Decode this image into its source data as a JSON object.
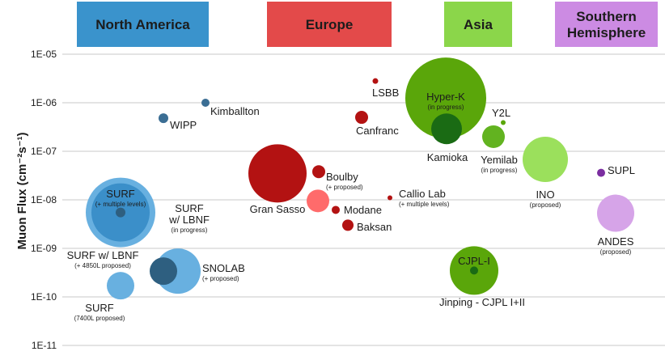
{
  "chart_data": {
    "type": "scatter",
    "title": "",
    "xlabel": "",
    "ylabel": "Muon Flux (cm⁻²s⁻¹)",
    "yscale": "log",
    "ylim": [
      1e-11,
      1e-05
    ],
    "yticks": [
      {
        "value": 1e-05,
        "label": "1E-05"
      },
      {
        "value": 1e-06,
        "label": "1E-06"
      },
      {
        "value": 1e-07,
        "label": "1E-07"
      },
      {
        "value": 1e-08,
        "label": "1E-08"
      },
      {
        "value": 1e-09,
        "label": "1E-09"
      },
      {
        "value": 1e-10,
        "label": "1E-10"
      },
      {
        "value": 1e-11,
        "label": "1E-11"
      }
    ],
    "grid": "horizontal",
    "regions": [
      {
        "name": "North America",
        "color": "#3a93cc"
      },
      {
        "name": "Europe",
        "color": "#e34a4a"
      },
      {
        "name": "Asia",
        "color": "#8bd64a"
      },
      {
        "name": "Southern Hemisphere",
        "lines": [
          "Southern",
          "Hemisphere"
        ],
        "color": "#cc8be3"
      }
    ],
    "labs": [
      {
        "region": "North America",
        "name": "SURF w/ LBNF",
        "note": "(+ 4850L proposed)",
        "flux": 5.5e-09,
        "size": "very large",
        "color": "#68b0e0"
      },
      {
        "region": "North America",
        "name": "SURF",
        "note": "(+ multiple levels)",
        "flux": 5.5e-09,
        "size": "large",
        "color": "#3b8fc9"
      },
      {
        "region": "North America",
        "name": "SURF w/ LBNF",
        "note": "(in progress)",
        "flux": 5.5e-09,
        "size": "small",
        "color": "#2e5f80"
      },
      {
        "region": "North America",
        "name": "SURF",
        "note": "(7400L proposed)",
        "flux": 1.7e-10,
        "size": "medium",
        "color": "#68b0e0"
      },
      {
        "region": "North America",
        "name": "SNOLAB",
        "note": "(+ proposed)",
        "flux": 3.4e-10,
        "size": "large",
        "color": "#68b0e0"
      },
      {
        "region": "North America",
        "name": "SNOLAB",
        "note": "",
        "flux": 3.4e-10,
        "size": "medium",
        "color": "#2e5f80"
      },
      {
        "region": "North America",
        "name": "WIPP",
        "note": "",
        "flux": 4.8e-07,
        "size": "small",
        "color": "#3b6e94"
      },
      {
        "region": "North America",
        "name": "Kimballton",
        "note": "",
        "flux": 1e-06,
        "size": "small",
        "color": "#3b6e94"
      },
      {
        "region": "Europe",
        "name": "Gran Sasso",
        "note": "",
        "flux": 3.5e-08,
        "size": "large",
        "color": "#b31212"
      },
      {
        "region": "Europe",
        "name": "Boulby",
        "note": "(+ proposed)",
        "flux": 3.8e-08,
        "size": "small",
        "color": "#b31212"
      },
      {
        "region": "Europe",
        "name": "Modane",
        "note": "",
        "flux": 9.5e-09,
        "size": "medium",
        "color": "#ff6b6b"
      },
      {
        "region": "Europe",
        "name": "Modane",
        "note": "",
        "flux": 6.2e-09,
        "size": "small",
        "color": "#b31212"
      },
      {
        "region": "Europe",
        "name": "Baksan",
        "note": "",
        "flux": 3e-09,
        "size": "small",
        "color": "#b31212"
      },
      {
        "region": "Europe",
        "name": "Canfranc",
        "note": "",
        "flux": 5e-07,
        "size": "small",
        "color": "#b31212"
      },
      {
        "region": "Europe",
        "name": "LSBB",
        "note": "",
        "flux": 2.8e-06,
        "size": "tiny",
        "color": "#b31212"
      },
      {
        "region": "Europe",
        "name": "Callio Lab",
        "note": "(+ multiple levels)",
        "flux": 1.1e-08,
        "size": "tiny",
        "color": "#b31212"
      },
      {
        "region": "Asia",
        "name": "Hyper-K",
        "note": "(in progress)",
        "flux": 1.25e-06,
        "size": "very large",
        "color": "#5aa60a"
      },
      {
        "region": "Asia",
        "name": "Kamioka",
        "note": "",
        "flux": 2.9e-07,
        "size": "medium",
        "color": "#1a6b14"
      },
      {
        "region": "Asia",
        "name": "Y2L",
        "note": "",
        "flux": 3.9e-07,
        "size": "tiny",
        "color": "#5aa60a"
      },
      {
        "region": "Asia",
        "name": "Yemilab",
        "note": "(in progress)",
        "flux": 2e-07,
        "size": "small",
        "color": "#62b320"
      },
      {
        "region": "Asia",
        "name": "INO",
        "note": "(proposed)",
        "flux": 6.8e-08,
        "size": "large",
        "color": "#9be05c"
      },
      {
        "region": "Asia",
        "name": "Jinping - CJPL I+II",
        "note": "",
        "flux": 3.5e-10,
        "size": "large",
        "color": "#5aa60a"
      },
      {
        "region": "Asia",
        "name": "CJPL-I",
        "note": "",
        "flux": 3.5e-10,
        "size": "tiny",
        "color": "#1a6b14"
      },
      {
        "region": "Southern Hemisphere",
        "name": "SUPL",
        "note": "",
        "flux": 3.6e-08,
        "size": "tiny",
        "color": "#7b2ea0"
      },
      {
        "region": "Southern Hemisphere",
        "name": "ANDES",
        "note": "(proposed)",
        "flux": 5.3e-09,
        "size": "large",
        "color": "#d6a4e8"
      }
    ],
    "point_labels": [
      {
        "lines": [
          "SURF"
        ],
        "note": "(+ multiple levels)"
      },
      {
        "lines": [
          "SURF",
          "w/ LBNF"
        ],
        "note": "(in progress)"
      },
      {
        "lines": [
          "SURF w/ LBNF"
        ],
        "note": "(+ 4850L proposed)"
      },
      {
        "lines": [
          "SURF"
        ],
        "note": "(7400L proposed)"
      },
      {
        "lines": [
          "SNOLAB"
        ],
        "note": "(+ proposed)"
      },
      {
        "lines": [
          "WIPP"
        ],
        "note": ""
      },
      {
        "lines": [
          "Kimballton"
        ],
        "note": ""
      },
      {
        "lines": [
          "Gran Sasso"
        ],
        "note": ""
      },
      {
        "lines": [
          "Boulby"
        ],
        "note": "(+ proposed)"
      },
      {
        "lines": [
          "Modane"
        ],
        "note": ""
      },
      {
        "lines": [
          "Baksan"
        ],
        "note": ""
      },
      {
        "lines": [
          "Canfranc"
        ],
        "note": ""
      },
      {
        "lines": [
          "LSBB"
        ],
        "note": ""
      },
      {
        "lines": [
          "Callio Lab"
        ],
        "note": "(+ multiple levels)"
      },
      {
        "lines": [
          "Hyper-K"
        ],
        "note": "(in progress)"
      },
      {
        "lines": [
          "Kamioka"
        ],
        "note": ""
      },
      {
        "lines": [
          "Y2L"
        ],
        "note": ""
      },
      {
        "lines": [
          "Yemilab"
        ],
        "note": "(in progress)"
      },
      {
        "lines": [
          "INO"
        ],
        "note": "(proposed)"
      },
      {
        "lines": [
          "CJPL-I"
        ],
        "note": ""
      },
      {
        "lines": [
          "Jinping - CJPL I+II"
        ],
        "note": ""
      },
      {
        "lines": [
          "SUPL"
        ],
        "note": ""
      },
      {
        "lines": [
          "ANDES"
        ],
        "note": "(proposed)"
      }
    ]
  }
}
